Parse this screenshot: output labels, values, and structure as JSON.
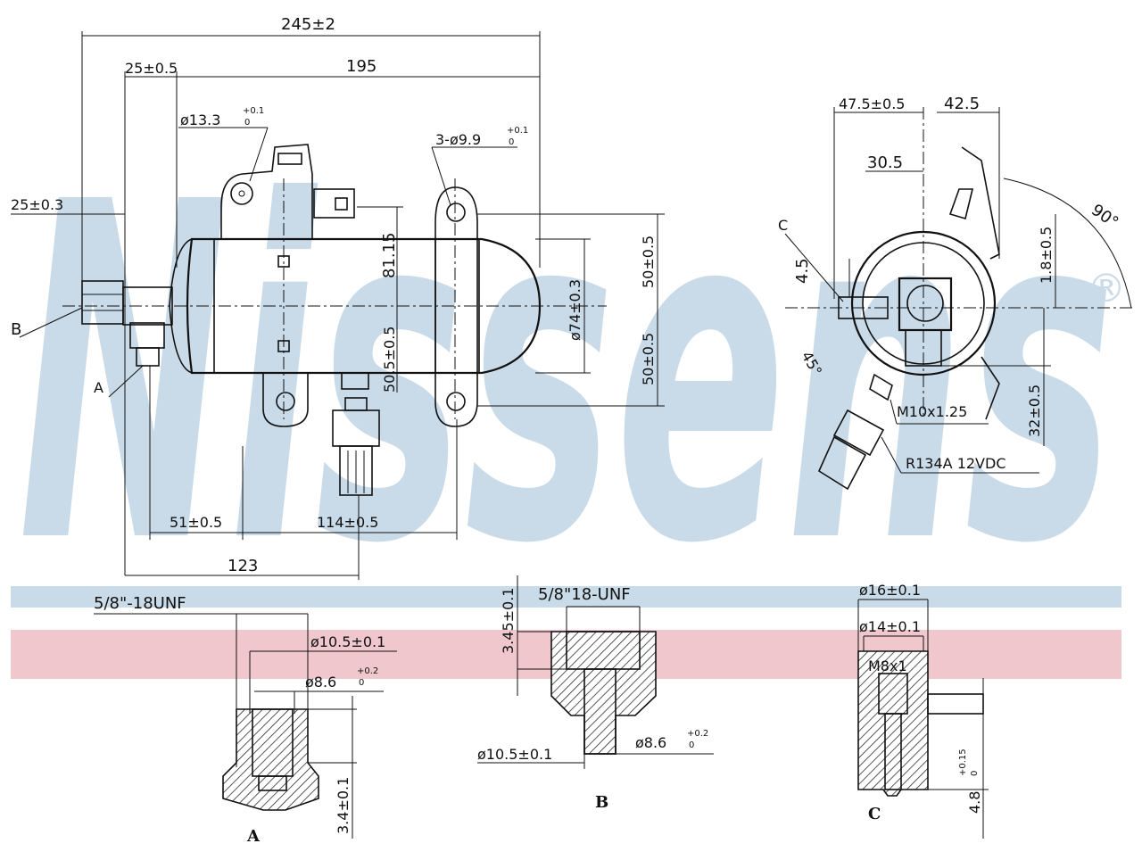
{
  "watermark": {
    "brand_text": "Nissens",
    "registered_mark": "®",
    "band_colors": [
      "#c9dbe9",
      "#efc7cd"
    ]
  },
  "side_view": {
    "dims": {
      "total_length": "245±2",
      "body_length": "195",
      "offset_top": "25±0.5",
      "hole_dia_base": "ø13.3",
      "hole_dia_tol_upper": "+0.1",
      "hole_dia_tol_lower": "0",
      "holes_base": "3-ø9.9",
      "holes_tol_upper": "+0.1",
      "holes_tol_lower": "0",
      "left_offset": "25±0.3",
      "height_81": "81.15",
      "height_50_upper": "50±0.5",
      "height_50_lower": "50±0.5",
      "diameter_74": "ø74±0.3",
      "height_50_5": "50.5±0.5",
      "bottom_51": "51±0.5",
      "bottom_114": "114±0.5",
      "bottom_123": "123"
    },
    "callouts": {
      "b": "B",
      "a": "A"
    }
  },
  "end_view": {
    "dims": {
      "d47": "47.5±0.5",
      "d42": "42.5",
      "d30": "30.5",
      "angle": "90°",
      "d4_5": "4.5",
      "d1_8": "1.8±0.5",
      "d32": "32±0.5",
      "d45deg": "45°",
      "thread": "M10x1.25",
      "refrigerant": "R134A  12VDC"
    },
    "callouts": {
      "c": "C"
    }
  },
  "detail_a": {
    "thread": "5/8\"-18UNF",
    "d10_5": "ø10.5±0.1",
    "d8_6_base": "ø8.6",
    "d8_6_tol_upper": "+0.2",
    "d8_6_tol_lower": "0",
    "h3_4": "3.4±0.1",
    "label": "A"
  },
  "detail_b": {
    "thread": "5/8\"18-UNF",
    "h3_45": "3.45±0.1",
    "d10_5": "ø10.5±0.1",
    "d8_6_base": "ø8.6",
    "d8_6_tol_upper": "+0.2",
    "d8_6_tol_lower": "0",
    "label": "B"
  },
  "detail_c": {
    "d16": "ø16±0.1",
    "d14": "ø14±0.1",
    "thread": "M8x1",
    "h4_8_base": "4.8",
    "h4_8_tol_upper": "+0.15",
    "h4_8_tol_lower": "0",
    "label": "C"
  }
}
